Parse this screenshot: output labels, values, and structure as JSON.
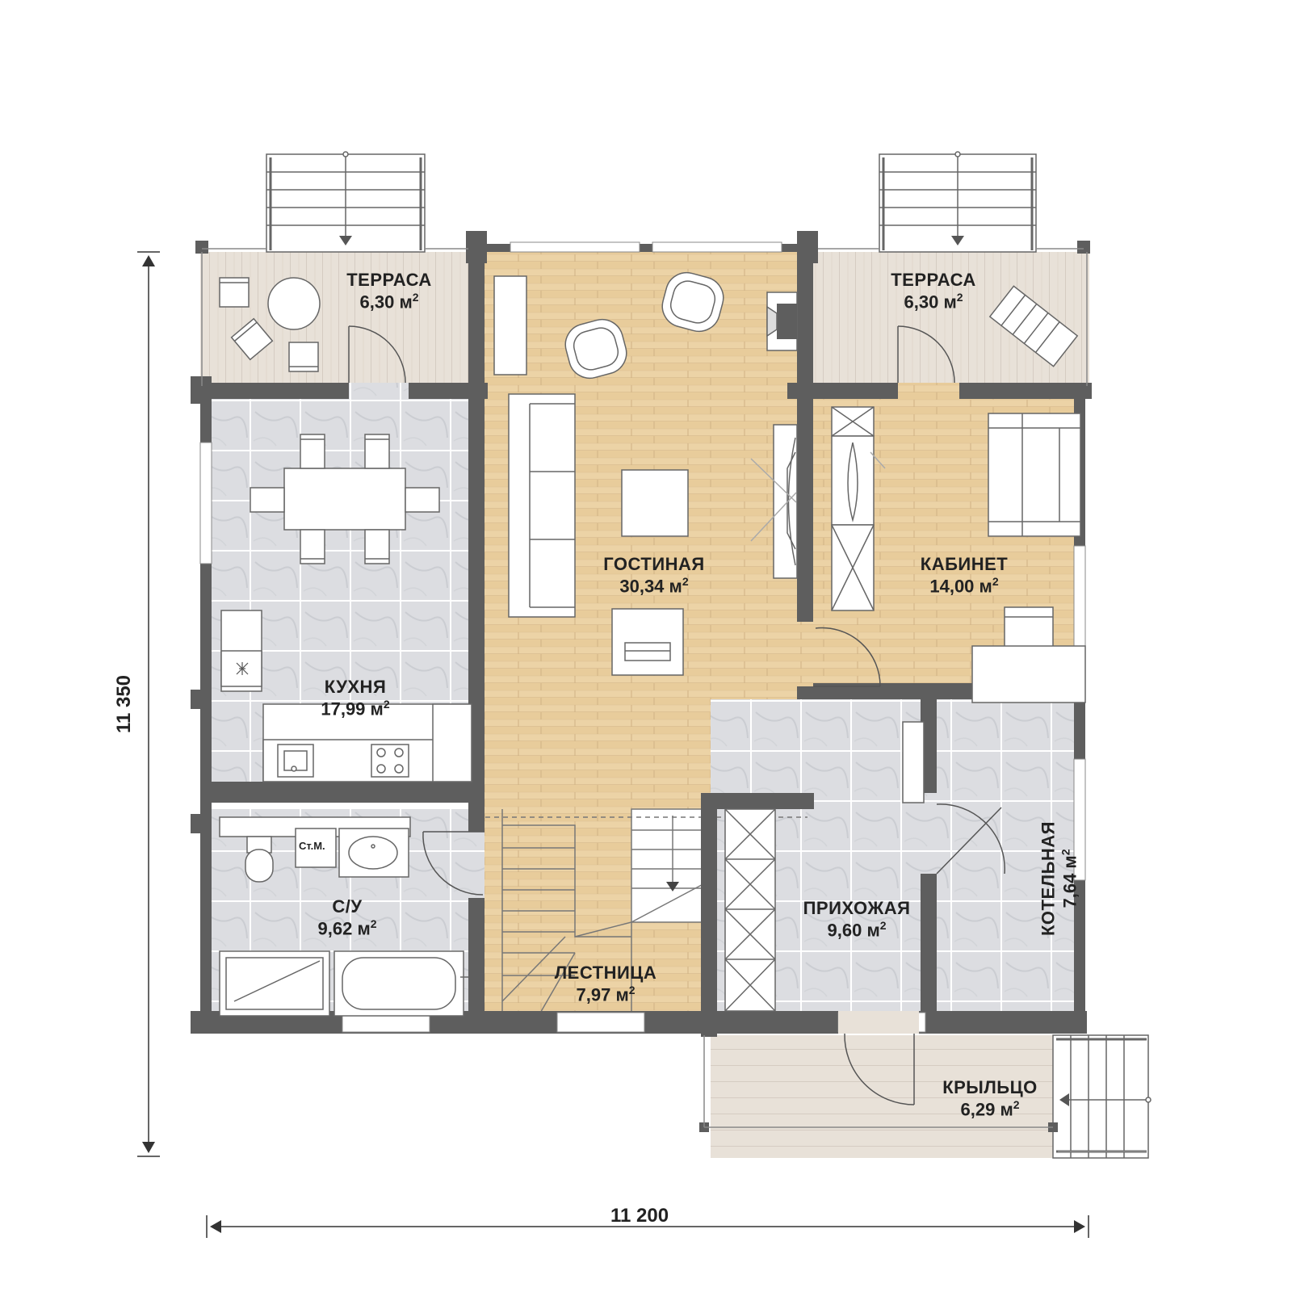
{
  "unit_suffix": "м",
  "unit_power": "2",
  "rooms": [
    {
      "id": "terrace-left",
      "name": "ТЕРРАСА",
      "area": "6,30"
    },
    {
      "id": "terrace-right",
      "name": "ТЕРРАСА",
      "area": "6,30"
    },
    {
      "id": "living",
      "name": "ГОСТИНАЯ",
      "area": "30,34"
    },
    {
      "id": "kitchen",
      "name": "КУХНЯ",
      "area": "17,99"
    },
    {
      "id": "office",
      "name": "КАБИНЕТ",
      "area": "14,00"
    },
    {
      "id": "bathroom",
      "name": "С/У",
      "area": "9,62"
    },
    {
      "id": "stairs",
      "name": "ЛЕСТНИЦА",
      "area": "7,97"
    },
    {
      "id": "hall",
      "name": "ПРИХОЖАЯ",
      "area": "9,60"
    },
    {
      "id": "boiler",
      "name": "КОТЕЛЬНАЯ",
      "area": "7,64"
    },
    {
      "id": "porch",
      "name": "КРЫЛЬЦО",
      "area": "6,29"
    }
  ],
  "dimensions": {
    "width": "11 200",
    "height": "11 350"
  },
  "washer_label": "Ст.М.",
  "colors": {
    "wall": "#5e5e5e",
    "wood": "#ecd2a4",
    "tile": "#dcdde0",
    "terrace": "#e6ded5"
  }
}
